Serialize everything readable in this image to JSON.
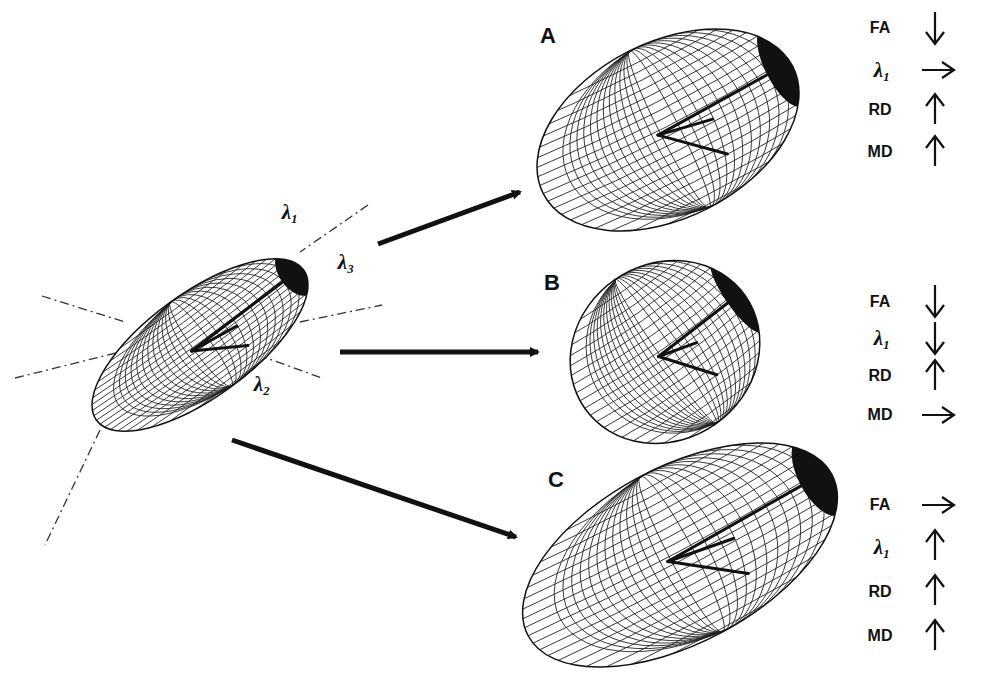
{
  "diagram": {
    "labels": [
      "λ₁",
      "λ₃",
      "λ₂",
      "A",
      "FA",
      "λ₁",
      "RD",
      "MD",
      "B",
      "FA",
      "λ₁",
      "RD",
      "MD",
      "C",
      "FA",
      "λ₁",
      "RD",
      "MD"
    ]
  }
}
